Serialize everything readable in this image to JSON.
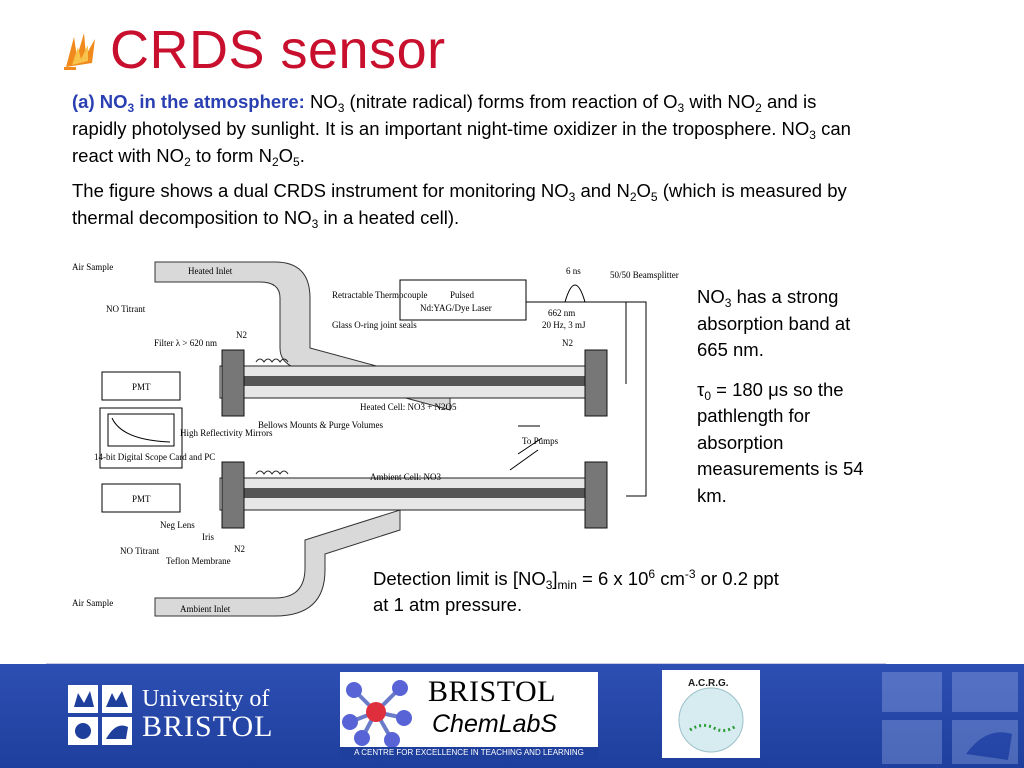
{
  "slide": {
    "title": "CRDS sensor",
    "intro": {
      "lead": "(a) NO",
      "lead_sub": "3",
      "lead_tail": " in the atmosphere:",
      "p1": [
        {
          "t": "  NO"
        },
        {
          "sub": "3"
        },
        {
          "t": " (nitrate radical) forms from reaction of O"
        },
        {
          "sub": "3"
        },
        {
          "t": " with NO"
        },
        {
          "sub": "2"
        },
        {
          "t": " and is rapidly photolysed by sunlight.  It is an important night-time oxidizer in the troposphere. NO"
        },
        {
          "sub": "3"
        },
        {
          "t": " can react with NO"
        },
        {
          "sub": "2"
        },
        {
          "t": " to form N"
        },
        {
          "sub": "2"
        },
        {
          "t": "O"
        },
        {
          "sub": "5"
        },
        {
          "t": "."
        }
      ],
      "p2": [
        {
          "t": "The figure shows a dual CRDS instrument for monitoring NO"
        },
        {
          "sub": "3"
        },
        {
          "t": " and N"
        },
        {
          "sub": "2"
        },
        {
          "t": "O"
        },
        {
          "sub": "5"
        },
        {
          "t": " (which is measured by thermal decomposition to NO"
        },
        {
          "sub": "3"
        },
        {
          "t": " in a heated cell)."
        }
      ]
    },
    "side_note": {
      "p1": [
        {
          "t": "NO"
        },
        {
          "sub": "3"
        },
        {
          "t": " has a strong absorption band at 665 nm."
        }
      ],
      "p2": [
        {
          "t": "τ"
        },
        {
          "sub": "0"
        },
        {
          "t": " = 180 μs so the pathlength for absorption measurements is 54 km."
        }
      ]
    },
    "detection": [
      {
        "t": "Detection limit is [NO"
      },
      {
        "sub": "3"
      },
      {
        "t": "]"
      },
      {
        "sub": "min"
      },
      {
        "t": " = 6 x 10"
      },
      {
        "sup": "6"
      },
      {
        "t": " cm"
      },
      {
        "sup": "-3"
      },
      {
        "t": " or 0.2 ppt at 1 atm pressure."
      }
    ],
    "diagram_labels": {
      "air_sample_top": "Air Sample",
      "no_titrant_top": "NO Titrant",
      "heated_inlet": "Heated Inlet",
      "retractable": "Retractable Thermocouple",
      "glass_oring": "Glass O-ring joint seals",
      "laser_l1": "Pulsed",
      "laser_l2": "Nd:YAG/Dye Laser",
      "pulse": "6 ns",
      "beamsplitter": "50/50 Beamsplitter",
      "laser_spec_l1": "662 nm",
      "laser_spec_l2": "20 Hz, 3 mJ",
      "filter": "Filter λ > 620 nm",
      "n2": "N2",
      "pmt": "PMT",
      "heated_cell": "Heated Cell: NO3 + N2O5",
      "high_refl": "High Reflectivity Mirrors",
      "bellows": "Bellows Mounts & Purge Volumes",
      "to_pumps": "To Pumps",
      "scope": "14-bit Digital Scope Card and PC",
      "ambient_cell": "Ambient Cell: NO3",
      "neg_lens": "Neg Lens",
      "iris": "Iris",
      "no_titrant_bottom": "NO Titrant",
      "teflon": "Teflon Membrane",
      "air_sample_bottom": "Air Sample",
      "ambient_inlet": "Ambient Inlet"
    },
    "footer": {
      "uob_line1": "University of",
      "uob_line2": "BRISTOL",
      "chem_bristol": "BRISTOL",
      "chem_labs": "ChemLabS",
      "chem_strap": "A CENTRE FOR EXCELLENCE IN TEACHING AND LEARNING",
      "acrg": "A.C.R.G."
    },
    "colors": {
      "title": "#c8102e",
      "lead": "#2a3fb2",
      "footer_bg": "#1f3f9d"
    }
  }
}
